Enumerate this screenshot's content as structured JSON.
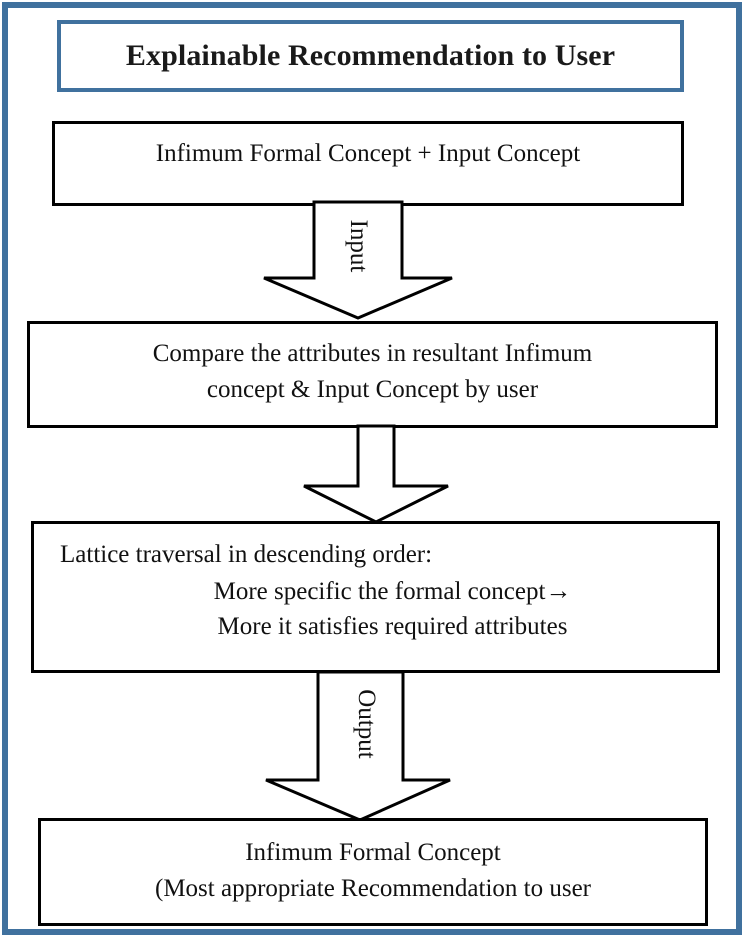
{
  "figure": {
    "kind": "flowchart",
    "orientation": "top-to-bottom"
  },
  "colors": {
    "frame_blue": "#40719e",
    "box_border": "#000000",
    "text": "#111111",
    "background": "#ffffff"
  },
  "title": {
    "text": "Explainable Recommendation to User"
  },
  "nodes": [
    {
      "id": "input-concept",
      "lines": [
        "Infimum Formal Concept + Input Concept"
      ]
    },
    {
      "id": "compare-attributes",
      "lines": [
        "Compare the attributes in resultant Infimum",
        "concept & Input Concept by user"
      ]
    },
    {
      "id": "lattice-traversal",
      "lines": [
        "Lattice traversal in descending order:",
        "More specific the formal concept",
        "More it satisfies required attributes"
      ],
      "line2_trailing_glyph": "→"
    },
    {
      "id": "final-recommendation",
      "lines": [
        "Infimum Formal Concept",
        "(Most appropriate Recommendation to user"
      ]
    }
  ],
  "connectors": [
    {
      "id": "arrow-input",
      "label": "Input",
      "labeled": true
    },
    {
      "id": "arrow-middle",
      "label": "",
      "labeled": false
    },
    {
      "id": "arrow-output",
      "label": "Output",
      "labeled": true
    }
  ]
}
